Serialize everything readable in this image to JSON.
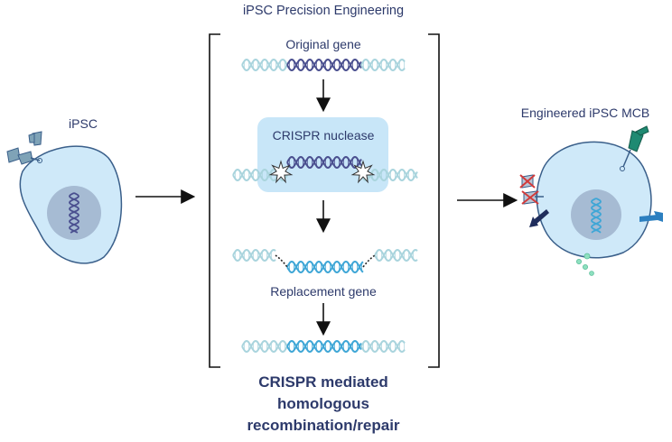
{
  "title": "iPSC Precision Engineering",
  "labels": {
    "ipsc": "iPSC",
    "engineered": "Engineered iPSC MCB",
    "original_gene": "Original gene",
    "crispr_nuclease": "CRISPR nuclease",
    "replacement_gene": "Replacement gene"
  },
  "caption": {
    "line1": "CRISPR mediated",
    "line2": "homologous",
    "line3": "recombination/repair"
  },
  "colors": {
    "text": "#2d3a6b",
    "cell_fill": "#cfe9f9",
    "cell_stroke": "#3a5f8a",
    "nucleus": "#9fb3cc",
    "dna_light": "#a9d4dd",
    "dna_dark": "#4a4f8f",
    "dna_blue": "#3ea6d6",
    "crispr_box": "#c8e6f8"
  }
}
